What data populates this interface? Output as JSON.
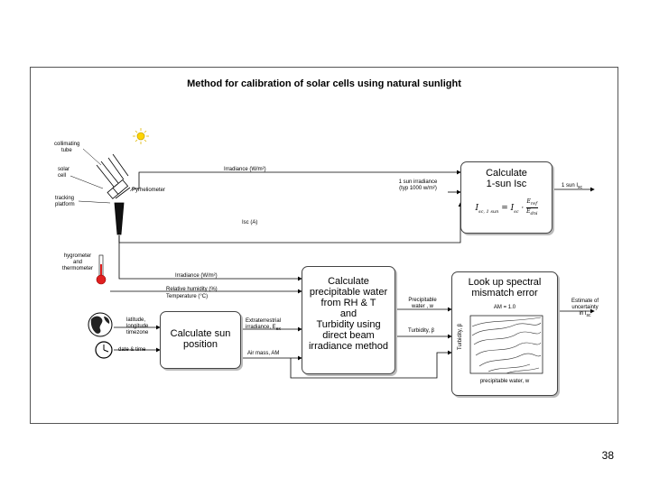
{
  "title": "Method for calibration of solar cells using natural sunlight",
  "equipment": {
    "collimating_tube": [
      "collimating",
      "tube"
    ],
    "solar_cell": [
      "solar",
      "cell"
    ],
    "tracking_platform": [
      "tracking",
      "platform"
    ],
    "pyrheliometer": "Pyrheliometer",
    "hygrometer": [
      "hygrometer",
      "and",
      "thermometer"
    ],
    "location": [
      "latitude,",
      "longitude",
      "timezone"
    ],
    "datetime": "date & time"
  },
  "signals": {
    "irradiance_top": "Irradiance (W/m²)",
    "isc": "Isc (A)",
    "irradiance_mid": "Irradiance (W/m²)",
    "relative_humidity": "Relative humidity (%)",
    "temperature": "Temperature (°C)",
    "extraterrestrial": [
      "Extraterrestrial",
      "irradiance, E",
      "ex"
    ],
    "air_mass": "Air mass, AM",
    "one_sun": [
      "1 sun irradiance",
      "(typ 1000 w/m²)"
    ],
    "precipitable_water": [
      "Precipitable",
      "water , w"
    ],
    "turbidity": "Turbidity, β"
  },
  "boxes": {
    "calc_isc": {
      "lines": [
        "Calculate",
        "1-sun Isc"
      ]
    },
    "calc_pw": {
      "lines": [
        "Calculate",
        "precipitable water",
        "from RH & T",
        "and",
        "Turbidity using",
        "direct beam",
        "irradiance method"
      ]
    },
    "calc_sun": {
      "lines": [
        "Calculate sun",
        "position"
      ]
    },
    "lookup": {
      "lines": [
        "Look up spectral",
        "mismatch error"
      ],
      "am_label": "AM = 1.0",
      "y_axis": "Turbidity, β",
      "x_axis": "precipitable water, w"
    }
  },
  "outputs": {
    "one_sun_isc": [
      "1 sun I",
      "sc"
    ],
    "uncertainty": [
      "Estimate of",
      "uncertainty",
      "in I",
      "sc"
    ]
  },
  "slide_number": "38"
}
